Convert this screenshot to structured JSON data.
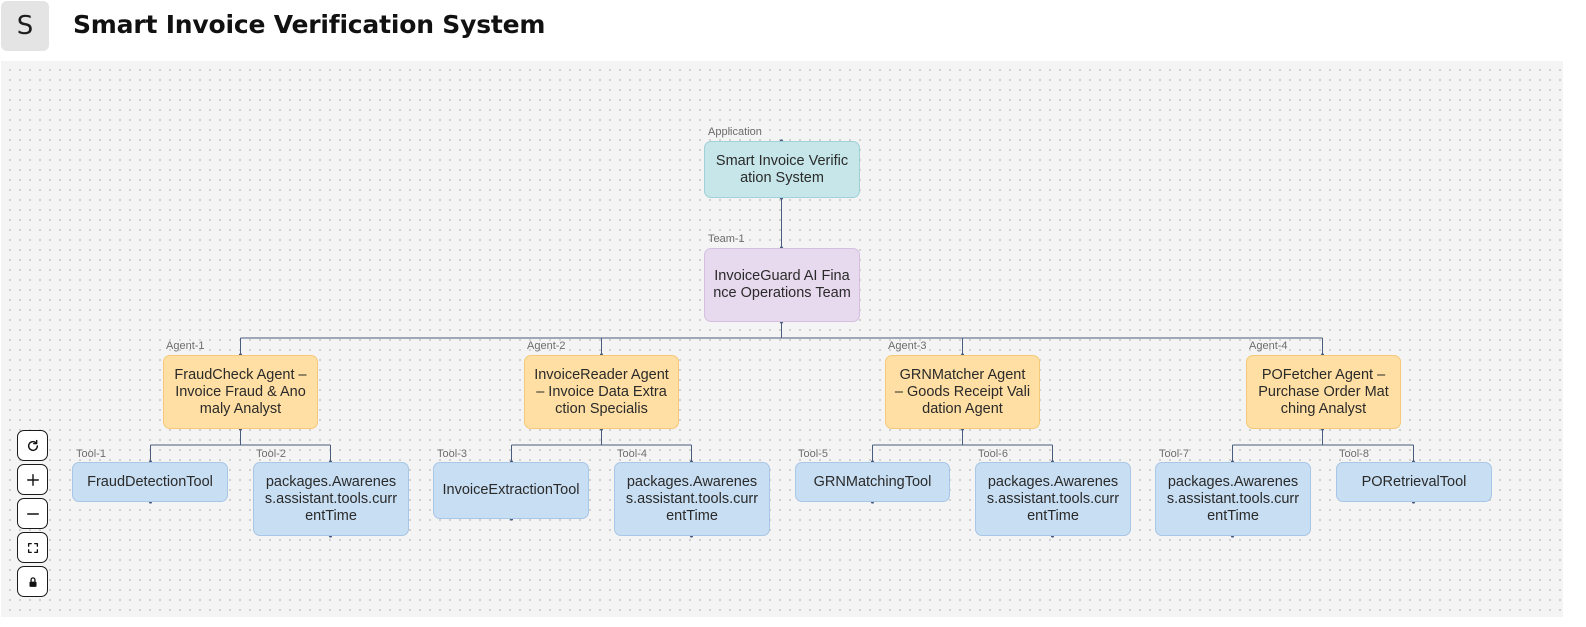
{
  "app": {
    "avatar_letter": "S",
    "title": "Smart Invoice Verification System"
  },
  "nodes": {
    "application": {
      "tag": "Application",
      "text": "Smart Invoice Verification System"
    },
    "team": {
      "tag": "Team-1",
      "text": "InvoiceGuard AI Finance Operations Team"
    },
    "agents": [
      {
        "tag": "Agent-1",
        "text": "FraudCheck Agent – Invoice Fraud & Anomaly Analyst"
      },
      {
        "tag": "Agent-2",
        "text": "InvoiceReader Agent – Invoice Data Extraction Specialis"
      },
      {
        "tag": "Agent-3",
        "text": "GRNMatcher Agent – Goods Receipt Validation Agent"
      },
      {
        "tag": "Agent-4",
        "text": "POFetcher Agent – Purchase Order Matching Analyst"
      }
    ],
    "tools": [
      {
        "tag": "Tool-1",
        "text": "FraudDetectionTool"
      },
      {
        "tag": "Tool-2",
        "text": "packages.Awareness.assistant.tools.currentTime"
      },
      {
        "tag": "Tool-3",
        "text": "InvoiceExtractionTool"
      },
      {
        "tag": "Tool-4",
        "text": "packages.Awareness.assistant.tools.currentTime"
      },
      {
        "tag": "Tool-5",
        "text": "GRNMatchingTool"
      },
      {
        "tag": "Tool-6",
        "text": "packages.Awareness.assistant.tools.currentTime"
      },
      {
        "tag": "Tool-7",
        "text": "packages.Awareness.assistant.tools.currentTime"
      },
      {
        "tag": "Tool-8",
        "text": "PORetrievalTool"
      }
    ]
  },
  "controls": [
    {
      "icon": "refresh-icon"
    },
    {
      "icon": "plus-icon"
    },
    {
      "icon": "minus-icon"
    },
    {
      "icon": "fit-view-icon"
    },
    {
      "icon": "lock-icon"
    }
  ],
  "colors": {
    "application": "#c6e6e9",
    "team": "#e7d9ee",
    "agent": "#ffdfa3",
    "tool": "#c8def3",
    "edge": "#4a5d7e"
  }
}
